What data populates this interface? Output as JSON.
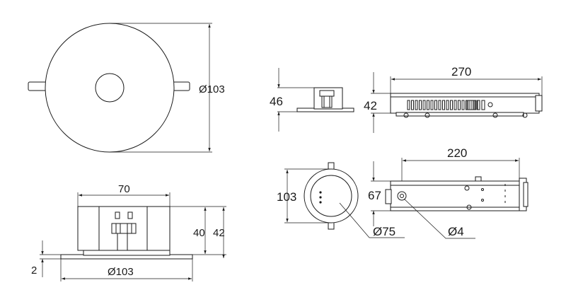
{
  "dimensions": {
    "top_view_diameter": "Ø103",
    "small_side_height": "46",
    "long_side_length": "270",
    "long_side_height": "42",
    "front_width": "70",
    "front_inner_height": "40",
    "front_outer_height": "42",
    "flange_thickness": "2",
    "flange_diameter": "Ø103",
    "round_view_diameter": "103",
    "base_length": "220",
    "base_height": "67",
    "cutout_diameter": "Ø75",
    "hole_diameter": "Ø4"
  }
}
